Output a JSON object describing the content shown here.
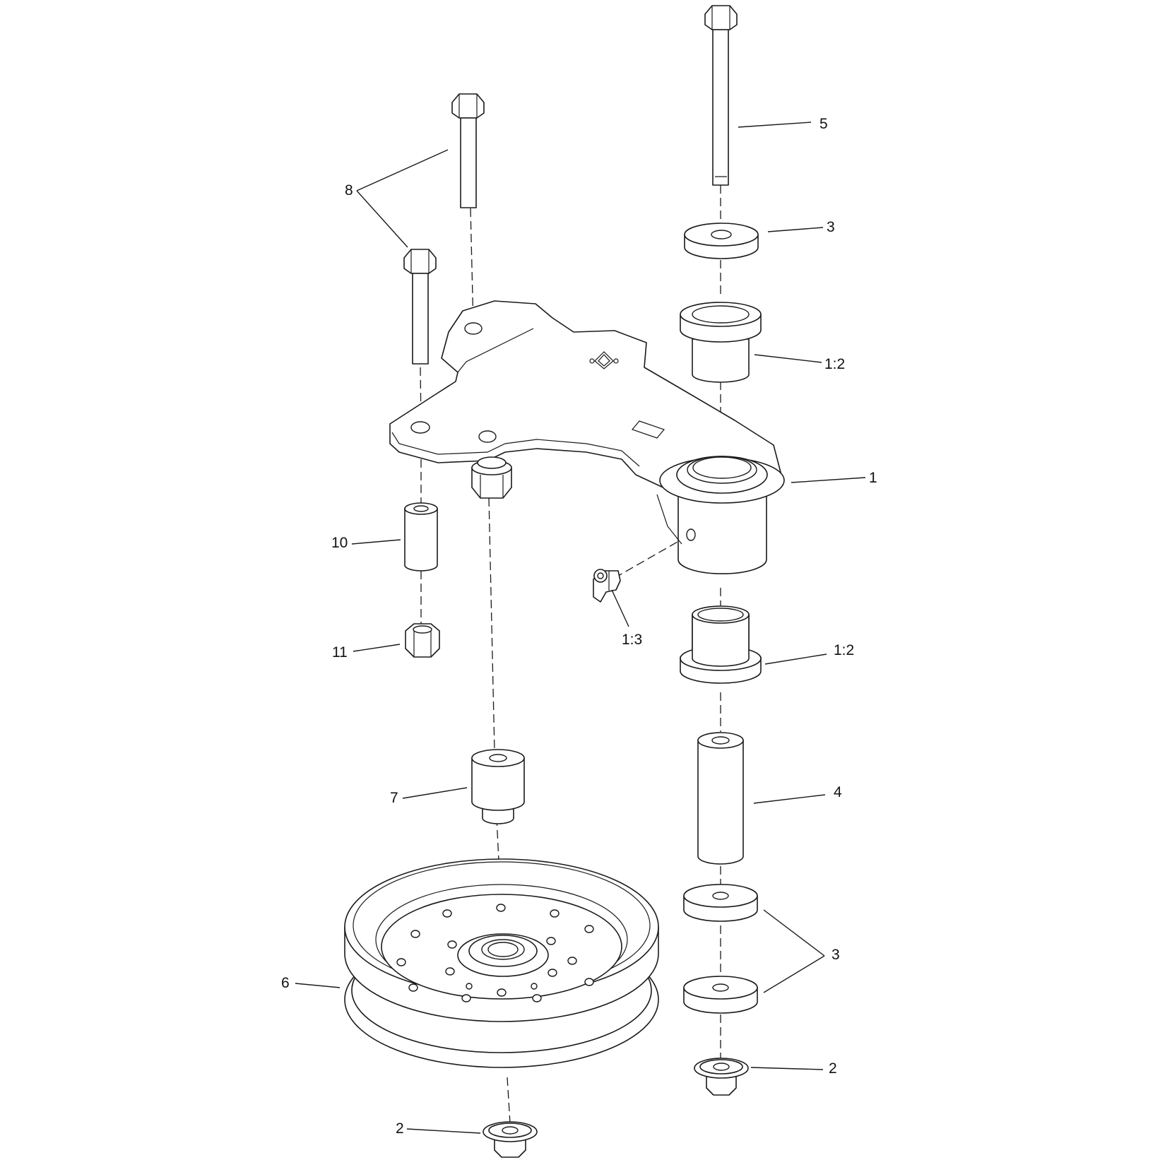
{
  "callouts": {
    "c1": "1",
    "c1_2_upper": "1:2",
    "c1_2_lower": "1:2",
    "c1_3": "1:3",
    "c2_right": "2",
    "c2_bottom": "2",
    "c3_top": "3",
    "c3_bottom": "3",
    "c4": "4",
    "c5": "5",
    "c6": "6",
    "c7": "7",
    "c8": "8",
    "c10": "10",
    "c11": "11"
  }
}
